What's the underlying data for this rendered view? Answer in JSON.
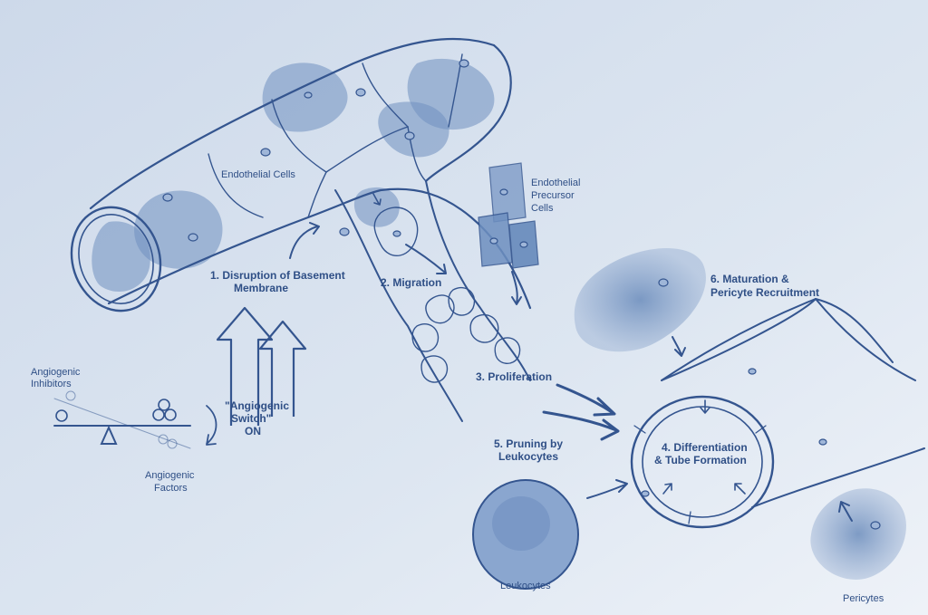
{
  "labels": {
    "endothelial_cells": "Endothelial Cells",
    "precursor_line1": "Endothelial",
    "precursor_line2": "Precursor",
    "precursor_line3": "Cells",
    "step1_line1": "1. Disruption of Basement",
    "step1_line2": "Membrane",
    "step2": "2. Migration",
    "step3": "3. Proliferation",
    "step4_line1": "4. Differentiation",
    "step4_line2": "& Tube Formation",
    "step5_line1": "5. Pruning by",
    "step5_line2": "Leukocytes",
    "step6_line1": "6. Maturation &",
    "step6_line2": "Pericyte Recruitment",
    "switch_line1": "\"Angiogenic",
    "switch_line2": "Switch\"",
    "switch_line3": "ON",
    "inhibitors_line1": "Angiogenic",
    "inhibitors_line2": "Inhibitors",
    "factors_line1": "Angiogenic",
    "factors_line2": "Factors",
    "leukocytes": "Leukocytes",
    "pericytes": "Pericytes"
  },
  "colors": {
    "background": "#dfe7f1",
    "ink": "#34558f",
    "cell_fill": "#6f90bf"
  }
}
